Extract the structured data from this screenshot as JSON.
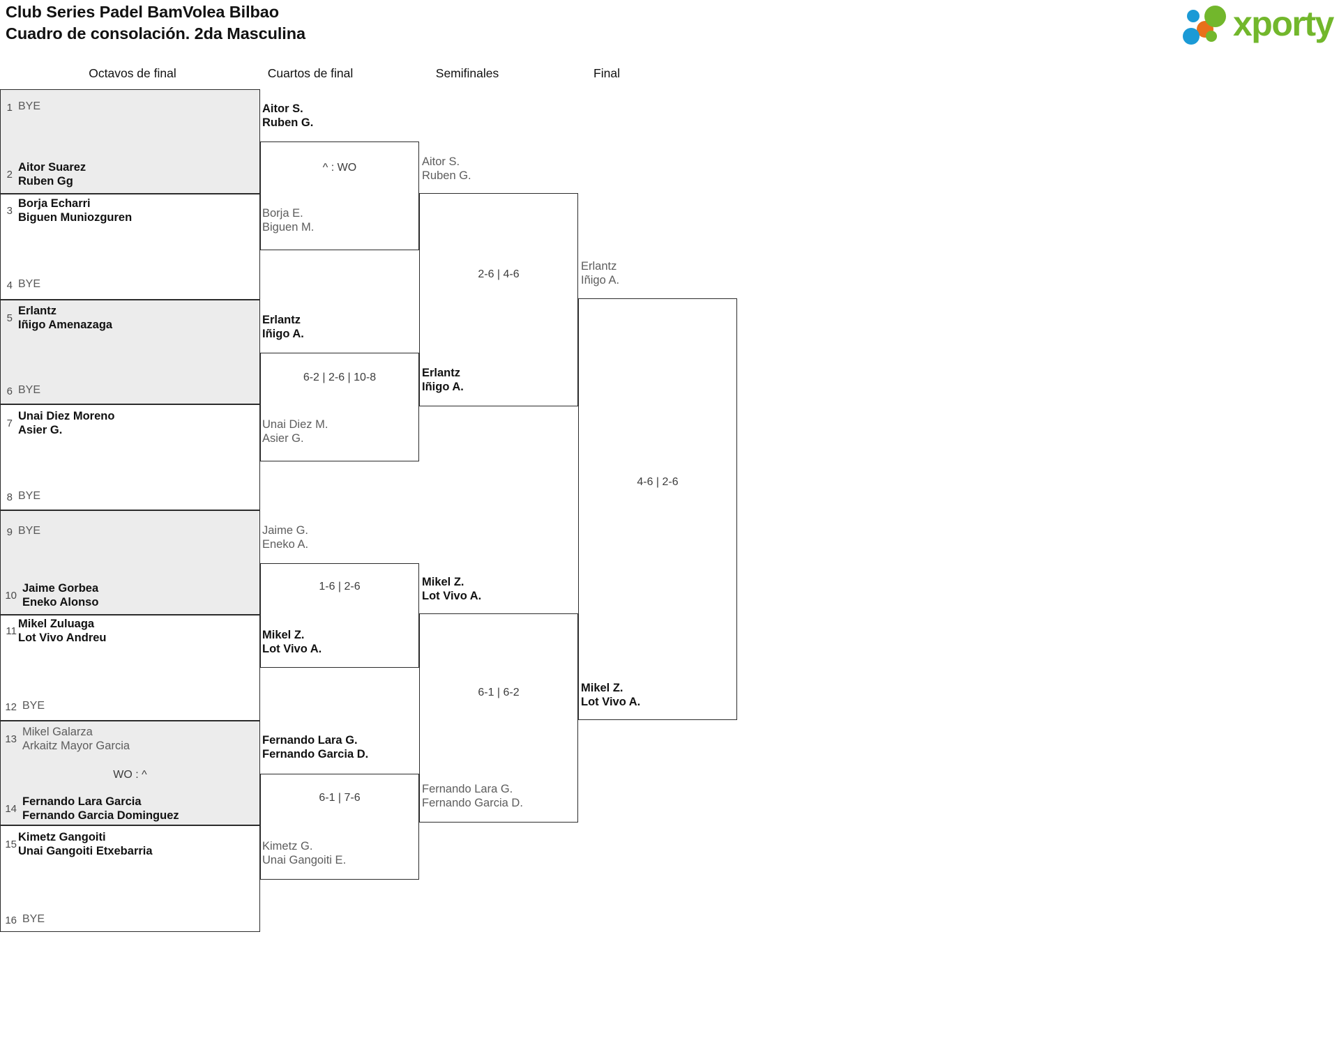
{
  "header": {
    "tournament_title": "Club Series Padel BamVolea Bilbao",
    "bracket_subtitle": "Cuadro de consolación. 2da Masculina",
    "logo_text": "xporty",
    "logo_colors": {
      "green": "#72b72c",
      "blue": "#1b9ad6",
      "orange": "#e8701a"
    }
  },
  "rounds": [
    {
      "label": "Octavos de final"
    },
    {
      "label": "Cuartos de final"
    },
    {
      "label": "Semifinales"
    },
    {
      "label": "Final"
    }
  ],
  "round_of_16": [
    {
      "seed": "1",
      "bye": true,
      "label": "BYE",
      "p1": "",
      "p2": "",
      "status": "bye"
    },
    {
      "seed": "2",
      "bye": false,
      "label": "",
      "p1": "Aitor Suarez",
      "p2": "Ruben Gg",
      "status": "winner"
    },
    {
      "seed": "3",
      "bye": false,
      "label": "",
      "p1": "Borja Echarri",
      "p2": "Biguen Muniozguren",
      "status": "winner"
    },
    {
      "seed": "4",
      "bye": true,
      "label": "BYE",
      "p1": "",
      "p2": "",
      "status": "bye"
    },
    {
      "seed": "5",
      "bye": false,
      "label": "",
      "p1": "Erlantz",
      "p2": "Iñigo Amenazaga",
      "status": "winner"
    },
    {
      "seed": "6",
      "bye": true,
      "label": "BYE",
      "p1": "",
      "p2": "",
      "status": "bye"
    },
    {
      "seed": "7",
      "bye": false,
      "label": "",
      "p1": "Unai Diez Moreno",
      "p2": "Asier G.",
      "status": "winner"
    },
    {
      "seed": "8",
      "bye": true,
      "label": "BYE",
      "p1": "",
      "p2": "",
      "status": "bye"
    },
    {
      "seed": "9",
      "bye": true,
      "label": "BYE",
      "p1": "",
      "p2": "",
      "status": "bye"
    },
    {
      "seed": "10",
      "bye": false,
      "label": "",
      "p1": "Jaime Gorbea",
      "p2": "Eneko Alonso",
      "status": "winner"
    },
    {
      "seed": "11",
      "bye": false,
      "label": "",
      "p1": "Mikel Zuluaga",
      "p2": "Lot Vivo Andreu",
      "status": "winner"
    },
    {
      "seed": "12",
      "bye": true,
      "label": "BYE",
      "p1": "",
      "p2": "",
      "status": "bye"
    },
    {
      "seed": "13",
      "bye": false,
      "label": "",
      "p1": "Mikel Galarza",
      "p2": "Arkaitz Mayor Garcia",
      "status": "loser"
    },
    {
      "seed": "14",
      "bye": false,
      "label": "",
      "p1": "Fernando Lara Garcia",
      "p2": "Fernando Garcia Dominguez",
      "status": "winner"
    },
    {
      "seed": "15",
      "bye": false,
      "label": "",
      "p1": "Kimetz Gangoiti",
      "p2": "Unai Gangoiti Etxebarria",
      "status": "winner"
    },
    {
      "seed": "16",
      "bye": true,
      "label": "BYE",
      "p1": "",
      "p2": "",
      "status": "bye"
    }
  ],
  "round_of_16_scores": [
    {
      "id": "r16-m7",
      "value": "WO : ^"
    }
  ],
  "quarterfinals": [
    {
      "top": {
        "p1": "Aitor S.",
        "p2": "Ruben G.",
        "status": "winner"
      },
      "bottom": {
        "p1": "Borja E.",
        "p2": "Biguen M.",
        "status": "loser"
      },
      "score": "^ : WO"
    },
    {
      "top": {
        "p1": "Erlantz",
        "p2": "Iñigo A.",
        "status": "winner"
      },
      "bottom": {
        "p1": "Unai Diez M.",
        "p2": "Asier G.",
        "status": "loser"
      },
      "score": "6-2 | 2-6 | 10-8"
    },
    {
      "top": {
        "p1": "Jaime G.",
        "p2": "Eneko A.",
        "status": "loser"
      },
      "bottom": {
        "p1": "Mikel Z.",
        "p2": "Lot Vivo A.",
        "status": "winner"
      },
      "score": "1-6 | 2-6"
    },
    {
      "top": {
        "p1": "Fernando Lara G.",
        "p2": "Fernando Garcia D.",
        "status": "winner"
      },
      "bottom": {
        "p1": "Kimetz G.",
        "p2": "Unai Gangoiti E.",
        "status": "loser"
      },
      "score": "6-1 | 7-6"
    }
  ],
  "semifinals": [
    {
      "top": {
        "p1": "Aitor S.",
        "p2": "Ruben G.",
        "status": "loser"
      },
      "bottom": {
        "p1": "Erlantz",
        "p2": "Iñigo A.",
        "status": "winner"
      },
      "score": "2-6 | 4-6"
    },
    {
      "top": {
        "p1": "Mikel Z.",
        "p2": "Lot Vivo A.",
        "status": "winner"
      },
      "bottom": {
        "p1": "Fernando Lara G.",
        "p2": "Fernando Garcia D.",
        "status": "loser"
      },
      "score": "6-1 | 6-2"
    }
  ],
  "final": {
    "top": {
      "p1": "Erlantz",
      "p2": "Iñigo A.",
      "status": "loser"
    },
    "bottom": {
      "p1": "Mikel Z.",
      "p2": "Lot Vivo A.",
      "status": "winner"
    },
    "score": "4-6 | 2-6"
  }
}
